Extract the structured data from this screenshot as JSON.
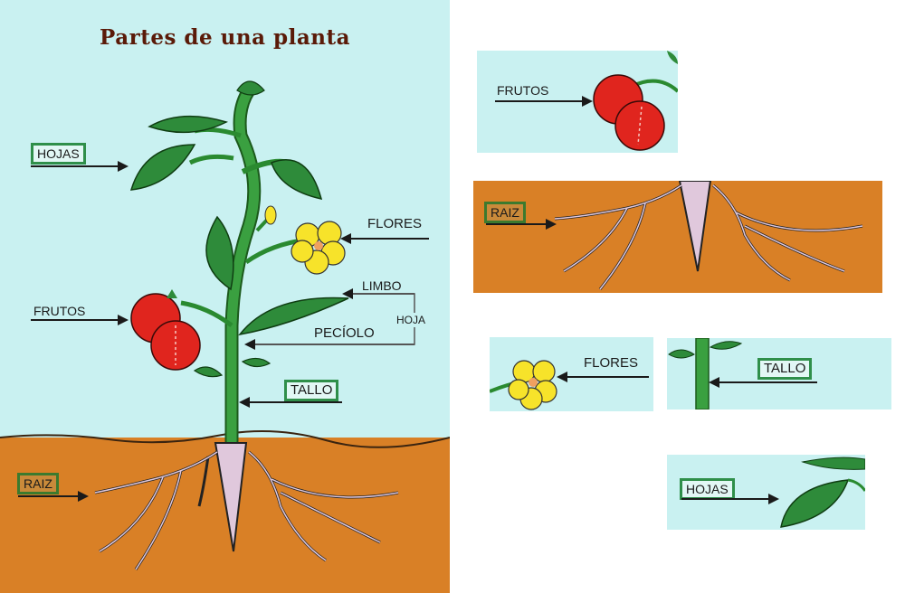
{
  "diagram": {
    "title": "Partes de una planta",
    "labels": {
      "hojas": "HOJAS",
      "flores": "FLORES",
      "limbo": "LIMBO",
      "hoja": "HOJA",
      "peciolo": "PECÍOLO",
      "frutos": "FRUTOS",
      "tallo": "TALLO",
      "raiz": "RAIZ"
    }
  },
  "cutouts": [
    {
      "label": "FRUTOS"
    },
    {
      "label": "RAIZ"
    },
    {
      "label": "FLORES"
    },
    {
      "label": "TALLO"
    },
    {
      "label": "HOJAS"
    }
  ],
  "colors": {
    "sky": "#c9f1f1",
    "soil": "#d98026",
    "leaf": "#2e8b3a",
    "stem": "#3aa040",
    "root": "#e0c8dc",
    "tomato": "#e0251e",
    "flower": "#f7e32a",
    "title": "#5a1a08",
    "label_border": "#2f8f4a"
  }
}
